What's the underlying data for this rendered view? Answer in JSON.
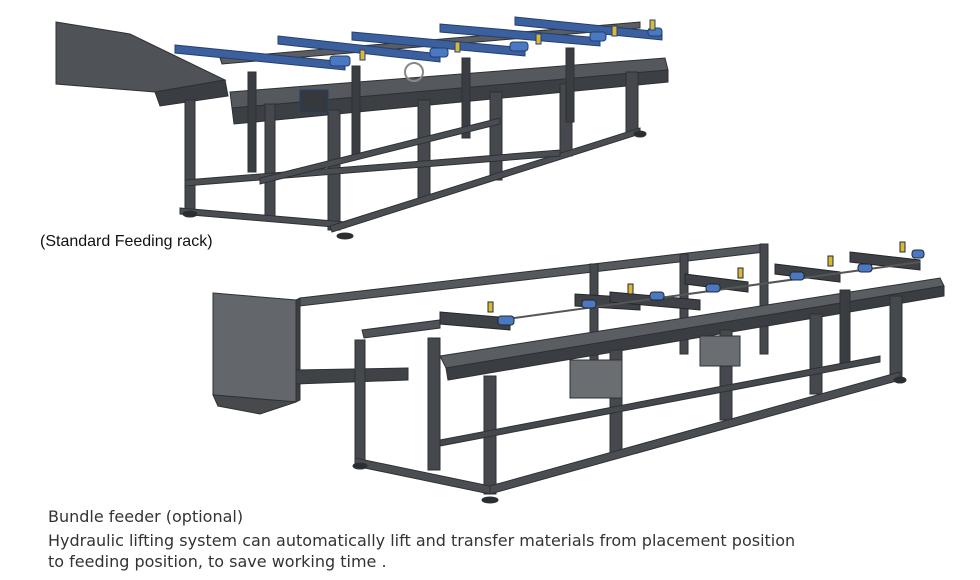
{
  "captions": {
    "standard_rack": "(Standard Feeding rack)",
    "bundle_feeder_title": "Bundle feeder (optional)",
    "bundle_feeder_desc_line1": "Hydraulic lifting system can automatically lift and transfer materials from placement position",
    "bundle_feeder_desc_line2": "to feeding position, to save working time ."
  },
  "colors": {
    "frame": "#4a4d52",
    "frame_dark": "#33363a",
    "arm_blue": "#3c5f9e",
    "cylinder_blue": "#4b78c2",
    "yellow_accent": "#d8b93a"
  }
}
